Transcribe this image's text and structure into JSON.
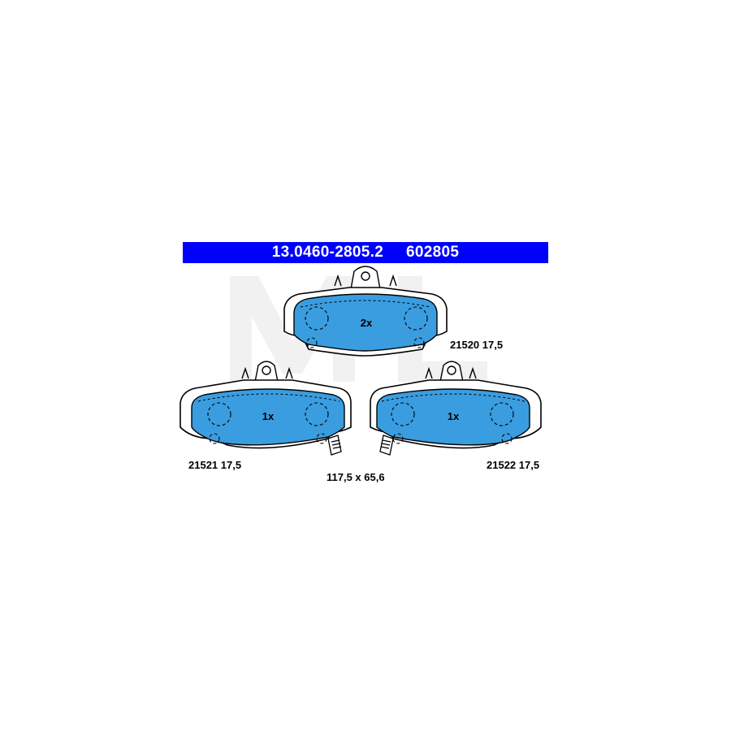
{
  "header": {
    "part_number": "13.0460-2805.2",
    "ref_number": "602805"
  },
  "pads": [
    {
      "id": "top",
      "quantity": "2x",
      "code": "21520",
      "thickness": "17,5"
    },
    {
      "id": "left",
      "quantity": "1x",
      "code": "21521",
      "thickness": "17,5"
    },
    {
      "id": "right",
      "quantity": "1x",
      "code": "21522",
      "thickness": "17,5"
    }
  ],
  "dimensions": "117,5 x 65,6",
  "watermark": {
    "text": "ML"
  },
  "colors": {
    "accent": "#0000ff",
    "pad_fill": "#3a9de0",
    "outline": "#000000",
    "watermark": "#e6e6e6"
  }
}
